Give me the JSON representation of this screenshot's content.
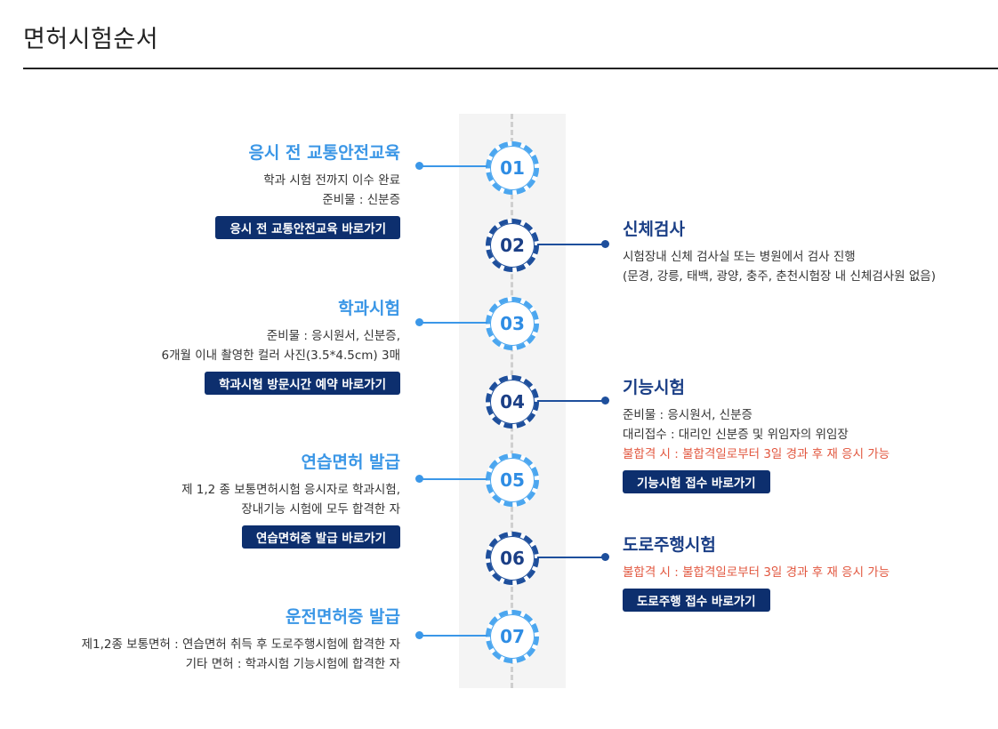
{
  "page_title": "면허시험순서",
  "steps": [
    {
      "num": "01",
      "title": "응시 전 교통안전교육",
      "lines": [
        "학과 시험 전까지 이수 완료",
        "준비물 : 신분증"
      ],
      "button": "응시 전 교통안전교육 바로가기"
    },
    {
      "num": "02",
      "title": "신체검사",
      "lines": [
        "시험장내 신체 검사실 또는 병원에서 검사 진행",
        "(문경, 강릉, 태백, 광양, 충주, 춘천시험장 내 신체검사원 없음)"
      ]
    },
    {
      "num": "03",
      "title": "학과시험",
      "lines": [
        "준비물 : 응시원서, 신분증,",
        "6개월 이내 촬영한 컬러 사진(3.5*4.5cm) 3매"
      ],
      "button": "학과시험 방문시간 예약 바로가기"
    },
    {
      "num": "04",
      "title": "기능시험",
      "lines": [
        "준비물 : 응시원서, 신분증",
        "대리접수 : 대리인 신분증 및 위임자의 위임장"
      ],
      "alert": "불합격 시 : 불합격일로부터 3일 경과 후 재 응시 가능",
      "button": "기능시험 접수 바로가기"
    },
    {
      "num": "05",
      "title": "연습면허 발급",
      "lines": [
        "제 1,2 종 보통면허시험 응시자로 학과시험,",
        "장내기능 시험에 모두 합격한 자"
      ],
      "button": "연습면허증 발급 바로가기"
    },
    {
      "num": "06",
      "title": "도로주행시험",
      "alert": "불합격 시 : 불합격일로부터 3일 경과 후 재 응시 가능",
      "button": "도로주행 접수 바로가기"
    },
    {
      "num": "07",
      "title": "운전면허증 발급",
      "lines": [
        "제1,2종 보통면허 : 연습면허 취득 후 도로주행시험에 합격한 자",
        "기타 면허 : 학과시험 기능시험에 합격한 자"
      ]
    }
  ],
  "colors": {
    "light": "#3a96e6",
    "dark": "#1b3f86",
    "button": "#0d2f6e",
    "alert": "#e2573f"
  }
}
